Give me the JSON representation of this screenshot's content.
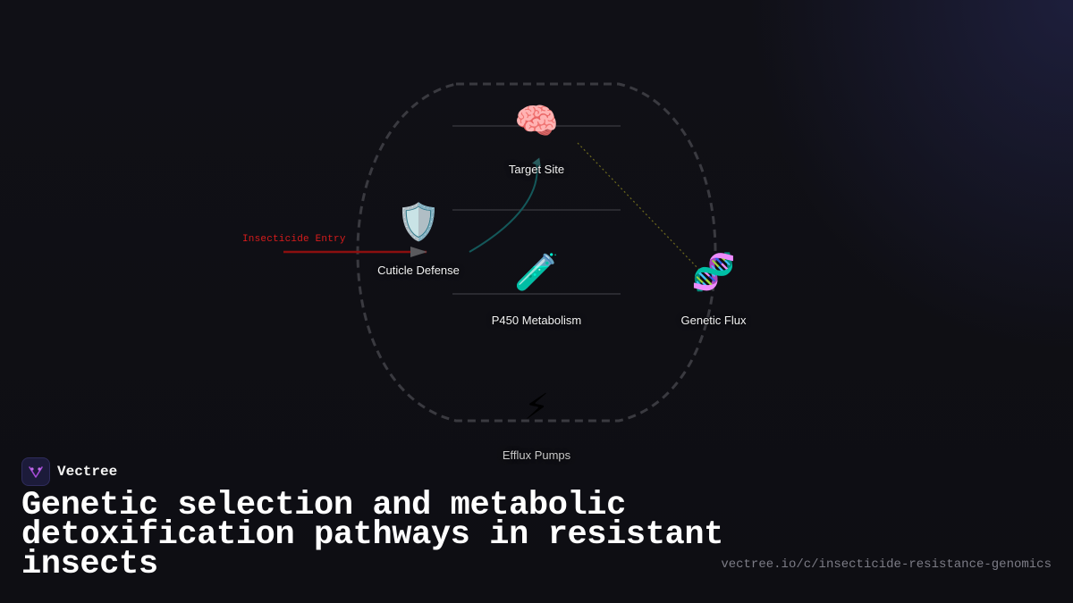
{
  "diagram": {
    "entry_label": "Insecticide Entry",
    "nodes": [
      {
        "id": "target-site",
        "icon": "brain-icon",
        "glyph": "🧠",
        "label": "Target Site"
      },
      {
        "id": "cuticle-defense",
        "icon": "shield-icon",
        "glyph": "🛡️",
        "label": "Cuticle Defense"
      },
      {
        "id": "p450-metabolism",
        "icon": "test-tube-icon",
        "glyph": "🧪",
        "label": "P450 Metabolism"
      },
      {
        "id": "genetic-flux",
        "icon": "dna-icon",
        "glyph": "🧬",
        "label": "Genetic Flux"
      },
      {
        "id": "efflux-pumps",
        "icon": "lightning-icon",
        "glyph": "⚡",
        "label": "Efflux Pumps"
      }
    ],
    "colors": {
      "entry_arrow": "#8b0f0f",
      "entry_text": "#d81c1c",
      "flow_curve": "#14585a",
      "gene_link": "#6e6a1e",
      "cell_outline": "#3a3a40"
    }
  },
  "brand": {
    "name": "Vectree",
    "logo_icon": "vectree-logo-icon",
    "logo_color": "#a54bd6"
  },
  "page": {
    "title": "Genetic selection and metabolic detoxification pathways in resistant insects",
    "url": "vectree.io/c/insecticide-resistance-genomics"
  }
}
